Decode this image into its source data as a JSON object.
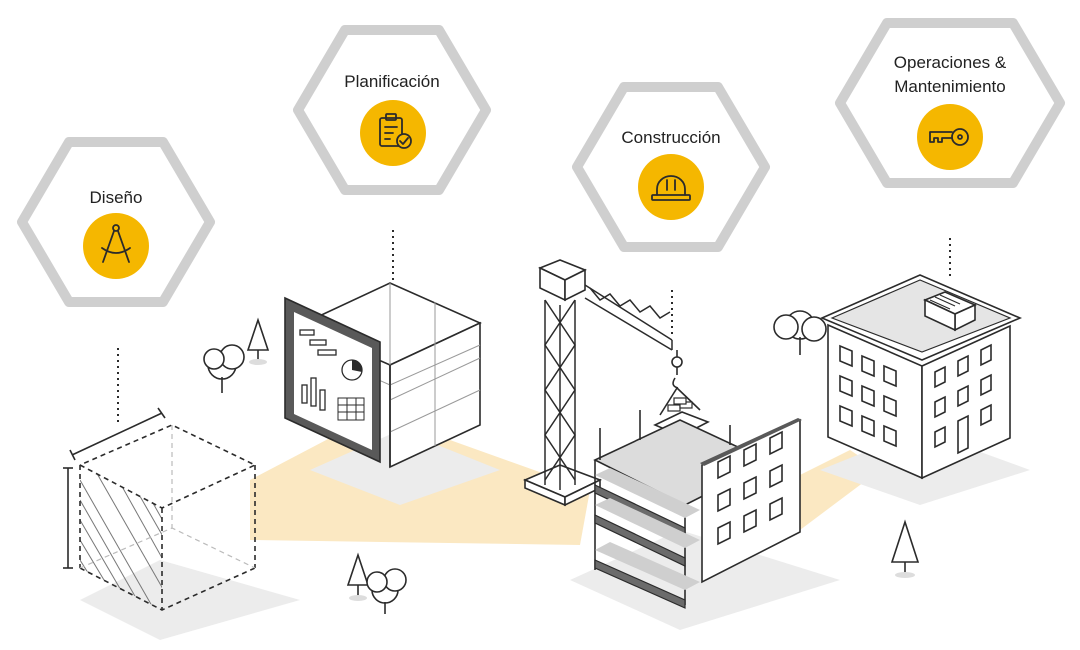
{
  "stages": [
    {
      "id": "design",
      "label_lines": [
        "Diseño"
      ],
      "icon": "compass-icon"
    },
    {
      "id": "planning",
      "label_lines": [
        "Planificación"
      ],
      "icon": "clipboard-check-icon"
    },
    {
      "id": "construction",
      "label_lines": [
        "Construcción"
      ],
      "icon": "hard-hat-icon"
    },
    {
      "id": "operations",
      "label_lines": [
        "Operaciones &",
        "Mantenimiento"
      ],
      "icon": "key-icon"
    }
  ],
  "colors": {
    "hexagon": "#cfcfcf",
    "icon_circle": "#f5b700",
    "path": "#fbe8c2",
    "shadow": "#ececec",
    "line": "#2b2b2b",
    "panel": "#595959"
  }
}
